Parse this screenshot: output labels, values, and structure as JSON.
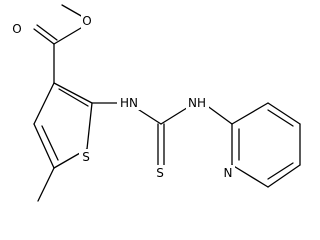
{
  "molecule": {
    "atom_labels": {
      "ester_ether_oxygen": "O",
      "carbonyl_oxygen": "O",
      "ring_sulfur": "S",
      "amine_nitrogen_1": "HN",
      "thione_sulfur": "S",
      "amine_nitrogen_2": "NH",
      "pyridine_nitrogen": "N"
    },
    "colors": {
      "bond": "#000000",
      "text": "#000000",
      "background": "#ffffff"
    }
  }
}
